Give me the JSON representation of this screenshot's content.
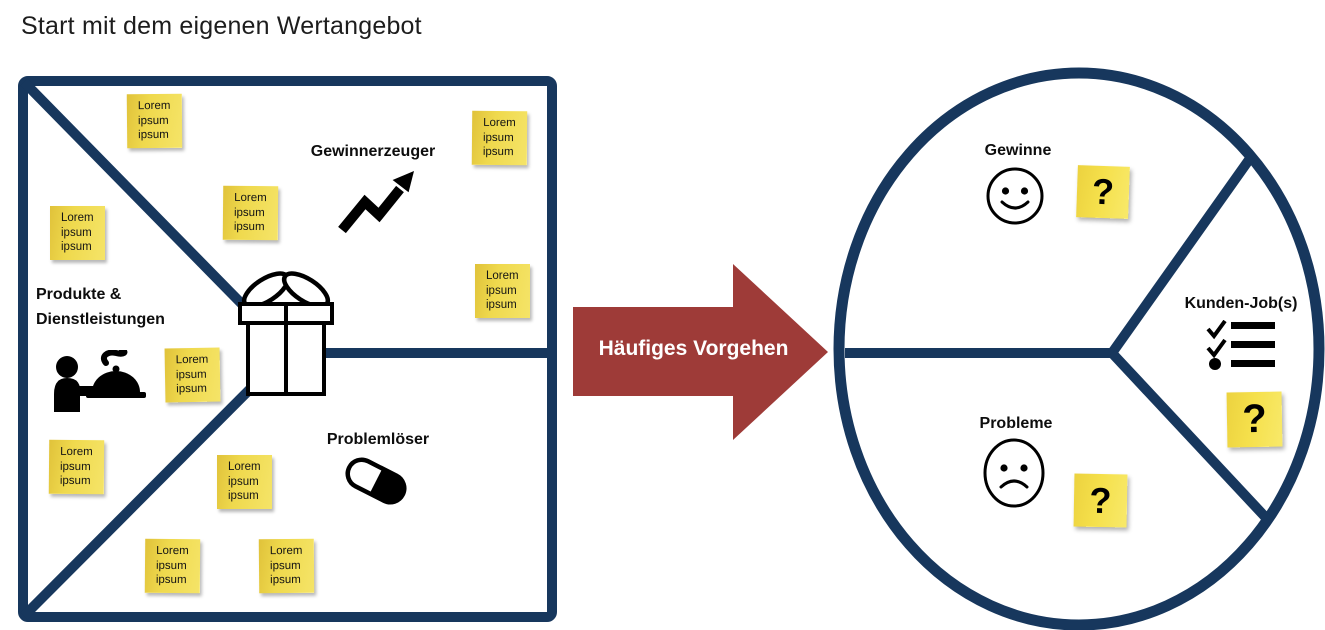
{
  "title": "Start mit dem eigenen Wertangebot",
  "value_map": {
    "gain_creators_label": "Gewinnerzeuger",
    "products_services_label": "Produkte &\nDienstleistungen",
    "pain_relievers_label": "Problemlöser",
    "sticky_note_text": "Lorem\nipsum\nipsum"
  },
  "arrow": {
    "label": "Häufiges Vorgehen"
  },
  "customer_profile": {
    "gains_label": "Gewinne",
    "jobs_label": "Kunden-Job(s)",
    "pains_label": "Probleme",
    "question_mark": "?"
  },
  "icons": {
    "gain_creators": "trend-up-arrow",
    "products_services": "waiter-service",
    "pain_relievers": "pill",
    "center": "gift-box",
    "gains": "smiley-face",
    "pains": "sad-face",
    "jobs": "checklist"
  },
  "colors": {
    "navy": "#17375D",
    "arrow_red": "#9E3B38",
    "sticky_yellow": "#F2DC4E",
    "text": "#1A1A1A"
  }
}
